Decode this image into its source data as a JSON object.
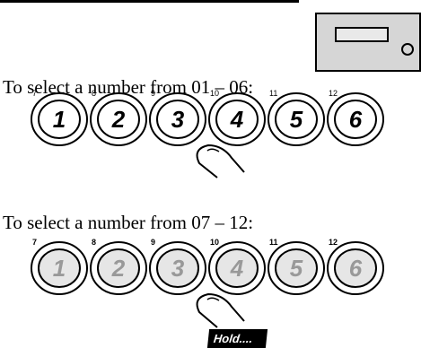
{
  "instructions": {
    "first": "To select a number from 01 – 06:",
    "second": "To select a number from 07 – 12:"
  },
  "rows": [
    {
      "buttons": [
        {
          "label": "1",
          "sub": "7"
        },
        {
          "label": "2",
          "sub": "8"
        },
        {
          "label": "3",
          "sub": "9"
        },
        {
          "label": "4",
          "sub": "10"
        },
        {
          "label": "5",
          "sub": "11"
        },
        {
          "label": "6",
          "sub": "12"
        }
      ],
      "active": false
    },
    {
      "buttons": [
        {
          "label": "1",
          "sub": "7"
        },
        {
          "label": "2",
          "sub": "8"
        },
        {
          "label": "3",
          "sub": "9"
        },
        {
          "label": "4",
          "sub": "10"
        },
        {
          "label": "5",
          "sub": "11"
        },
        {
          "label": "6",
          "sub": "12"
        }
      ],
      "active": true
    }
  ],
  "hold_label": "Hold....",
  "colors": {
    "key_fill_normal": "#ffffff",
    "key_fill_hold": "#e6e6e6",
    "numeral_normal": "#000000",
    "numeral_hold": "#999999"
  }
}
